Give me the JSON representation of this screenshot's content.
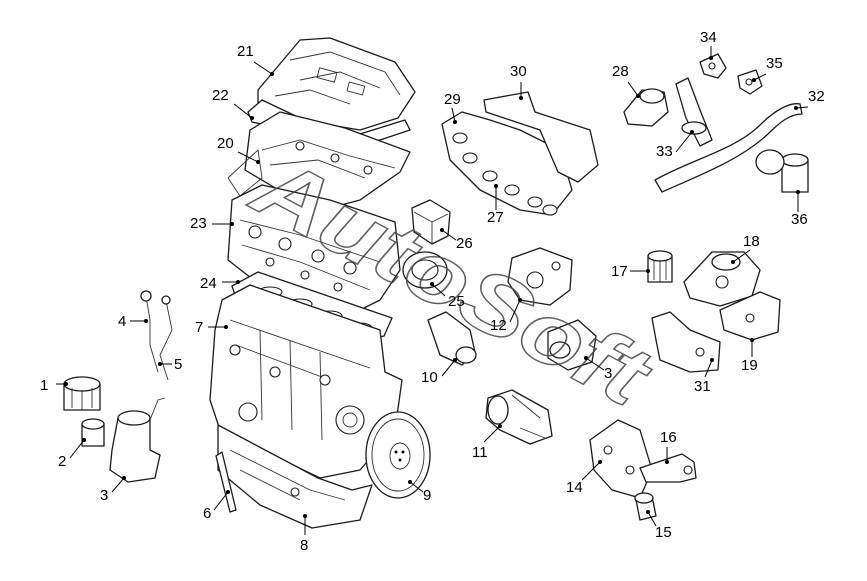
{
  "watermark": "AutoSoft",
  "callouts": [
    {
      "id": "1",
      "text": "1"
    },
    {
      "id": "2",
      "text": "2"
    },
    {
      "id": "3",
      "text": "3"
    },
    {
      "id": "3b",
      "text": "3"
    },
    {
      "id": "4",
      "text": "4"
    },
    {
      "id": "5",
      "text": "5"
    },
    {
      "id": "6",
      "text": "6"
    },
    {
      "id": "7",
      "text": "7"
    },
    {
      "id": "8",
      "text": "8"
    },
    {
      "id": "9",
      "text": "9"
    },
    {
      "id": "10",
      "text": "10"
    },
    {
      "id": "11",
      "text": "11"
    },
    {
      "id": "12",
      "text": "12"
    },
    {
      "id": "14",
      "text": "14"
    },
    {
      "id": "15",
      "text": "15"
    },
    {
      "id": "16",
      "text": "16"
    },
    {
      "id": "17",
      "text": "17"
    },
    {
      "id": "18",
      "text": "18"
    },
    {
      "id": "19",
      "text": "19"
    },
    {
      "id": "20",
      "text": "20"
    },
    {
      "id": "21",
      "text": "21"
    },
    {
      "id": "22",
      "text": "22"
    },
    {
      "id": "23",
      "text": "23"
    },
    {
      "id": "24",
      "text": "24"
    },
    {
      "id": "25",
      "text": "25"
    },
    {
      "id": "26",
      "text": "26"
    },
    {
      "id": "27",
      "text": "27"
    },
    {
      "id": "28",
      "text": "28"
    },
    {
      "id": "29",
      "text": "29"
    },
    {
      "id": "30",
      "text": "30"
    },
    {
      "id": "31",
      "text": "31"
    },
    {
      "id": "32",
      "text": "32"
    },
    {
      "id": "33",
      "text": "33"
    },
    {
      "id": "34",
      "text": "34"
    },
    {
      "id": "35",
      "text": "35"
    },
    {
      "id": "36",
      "text": "36"
    }
  ]
}
